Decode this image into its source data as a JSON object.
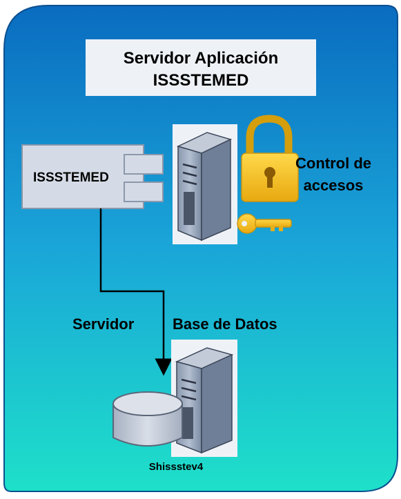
{
  "title": {
    "line1": "Servidor Aplicación",
    "line2": "ISSSTEMED"
  },
  "component": {
    "label": "ISSSTEMED"
  },
  "access_control": {
    "line1": "Control de",
    "line2": "accesos"
  },
  "labels": {
    "servidor": "Servidor",
    "base_de_datos": "Base de Datos",
    "db_server_name": "Shissstev4"
  },
  "colors": {
    "panel_top": "#0b6fc2",
    "panel_bottom": "#1ed6c8",
    "title_box": "#eaf0f6",
    "component_fill": "#d3dae6",
    "server_dark": "#7a8aa1",
    "lock_gold": "#f3c21a",
    "db_fill": "#c5ccd8"
  },
  "icons": [
    "padlock-icon",
    "key-icon",
    "server-icon",
    "database-icon",
    "component-icon"
  ]
}
